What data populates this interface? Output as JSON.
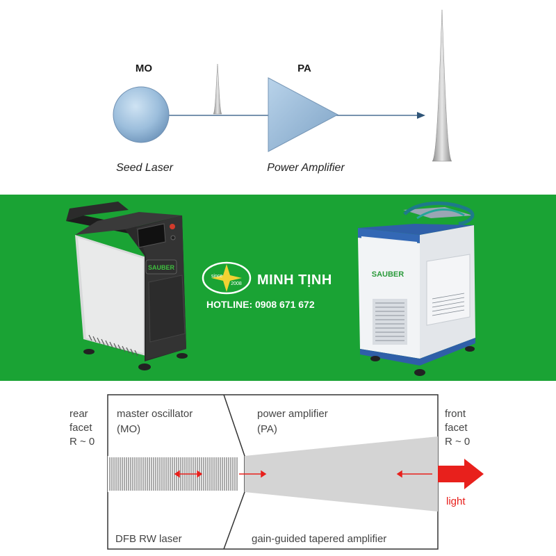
{
  "top_diagram": {
    "mo_label": "MO",
    "pa_label": "PA",
    "seed_caption": "Seed Laser",
    "amplifier_caption": "Power Amplifier"
  },
  "banner": {
    "brand_name": "MINH TỊNH",
    "hotline": "HOTLINE: 0908 671 672",
    "logo_since": "since",
    "logo_year": "2008",
    "left_machine_brand": "SAUBER",
    "right_machine_brand": "SAUBER",
    "background_color": "#1aa334"
  },
  "bottom_diagram": {
    "rear_line1": "rear",
    "rear_line2": "facet",
    "rear_line3": "R ~ 0",
    "mo_title_line1": "master oscillator",
    "mo_title_line2": "(MO)",
    "pa_title_line1": "power amplifier",
    "pa_title_line2": "(PA)",
    "front_line1": "front",
    "front_line2": "facet",
    "front_line3": "R ~ 0",
    "light_label": "light",
    "dfb_label": "DFB RW laser",
    "tapered_label": "gain-guided tapered amplifier",
    "arrow_color": "#e8201c"
  }
}
